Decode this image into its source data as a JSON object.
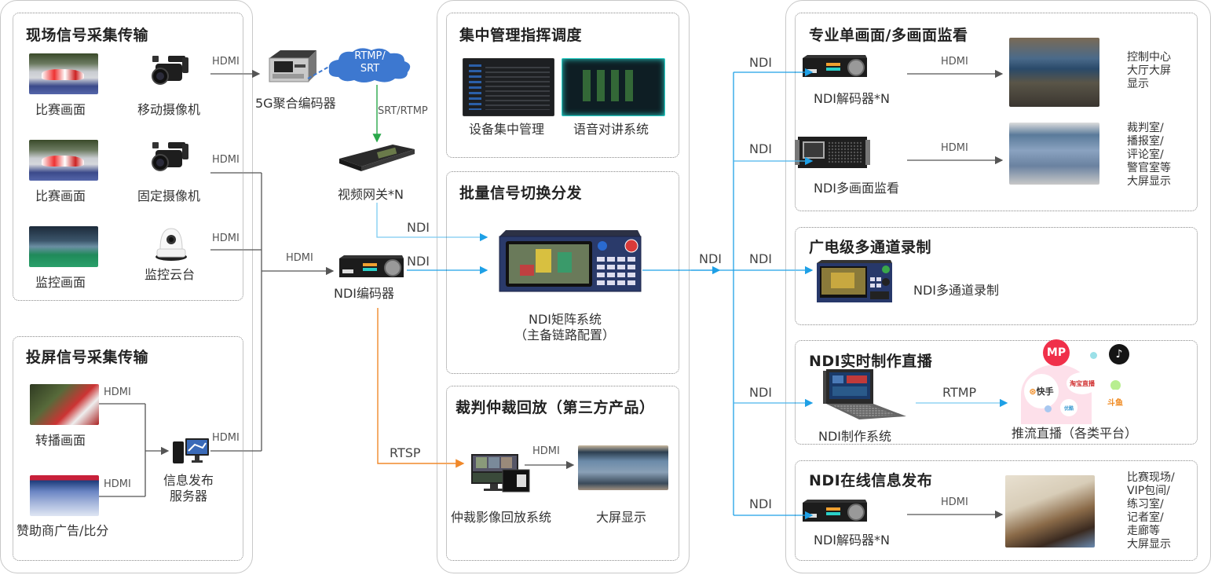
{
  "panels": {
    "left": {
      "group1": {
        "title": "现场信号采集传输",
        "rows": [
          {
            "image_label": "比赛画面",
            "device_label": "移动摄像机",
            "link": "HDMI"
          },
          {
            "image_label": "比赛画面",
            "device_label": "固定摄像机",
            "link": "HDMI"
          },
          {
            "image_label": "监控画面",
            "device_label": "监控云台",
            "link": "HDMI"
          }
        ]
      },
      "group2": {
        "title": "投屏信号采集传输",
        "rows": [
          {
            "image_label": "转播画面",
            "link": "HDMI"
          },
          {
            "image_label": "赞助商广告/比分",
            "link": "HDMI"
          }
        ],
        "server_label_line1": "信息发布",
        "server_label_line2": "服务器",
        "server_link": "HDMI"
      }
    },
    "middle_links": {
      "encoder_5g": "5G聚合编码器",
      "cloud_line1": "RTMP/",
      "cloud_line2": "SRT",
      "srt_link": "SRT/RTMP",
      "gateway": "视频网关*N",
      "gateway_link": "NDI",
      "ndi_encoder": "NDI编码器",
      "ndi_encoder_in": "HDMI",
      "ndi_encoder_out": "NDI",
      "rtsp_link": "RTSP"
    },
    "center": {
      "group1": {
        "title": "集中管理指挥调度",
        "items": [
          "设备集中管理",
          "语音对讲系统"
        ]
      },
      "group2": {
        "title": "批量信号切换分发",
        "device_line1": "NDI矩阵系统",
        "device_line2": "（主备链路配置）",
        "out_link": "NDI"
      },
      "group3": {
        "title": "裁判仲裁回放（第三方产品）",
        "device": "仲裁影像回放系统",
        "link": "HDMI",
        "display": "大屏显示"
      }
    },
    "right": {
      "trunk_link": "NDI",
      "group1": {
        "title": "专业单画面/多画面监看",
        "rows": [
          {
            "in_link": "NDI",
            "device": "NDI解码器*N",
            "link": "HDMI",
            "desc": [
              "控制中心",
              "大厅大屏",
              "显示"
            ]
          },
          {
            "in_link": "NDI",
            "device": "NDI多画面监看",
            "link": "HDMI",
            "desc": [
              "裁判室/",
              "播报室/",
              "评论室/",
              "警官室等",
              "大屏显示"
            ]
          }
        ]
      },
      "group2": {
        "title": "广电级多通道录制",
        "in_link": "NDI",
        "device": "NDI多通道录制"
      },
      "group3": {
        "title": "NDI实时制作直播",
        "in_link": "NDI",
        "device": "NDI制作系统",
        "link": "RTMP",
        "target": "推流直播（各类平台）",
        "platforms": [
          "MP",
          "抖音",
          "淘宝直播",
          "快手",
          "斗鱼",
          "优酷"
        ]
      },
      "group4": {
        "title": "NDI在线信息发布",
        "in_link": "NDI",
        "device": "NDI解码器*N",
        "link": "HDMI",
        "desc": [
          "比赛现场/",
          "VIP包间/",
          "练习室/",
          "记者室/",
          "走廊等",
          "大屏显示"
        ]
      }
    }
  },
  "colors": {
    "hdmi_line": "#555555",
    "ndi_line": "#1ea0e6",
    "ndi_line_light": "#7ccbf0",
    "srt_line": "#2aa84a",
    "rtsp_line": "#f0882a",
    "cloud": "#3d78d0",
    "panel_border": "#c8c8c8"
  }
}
